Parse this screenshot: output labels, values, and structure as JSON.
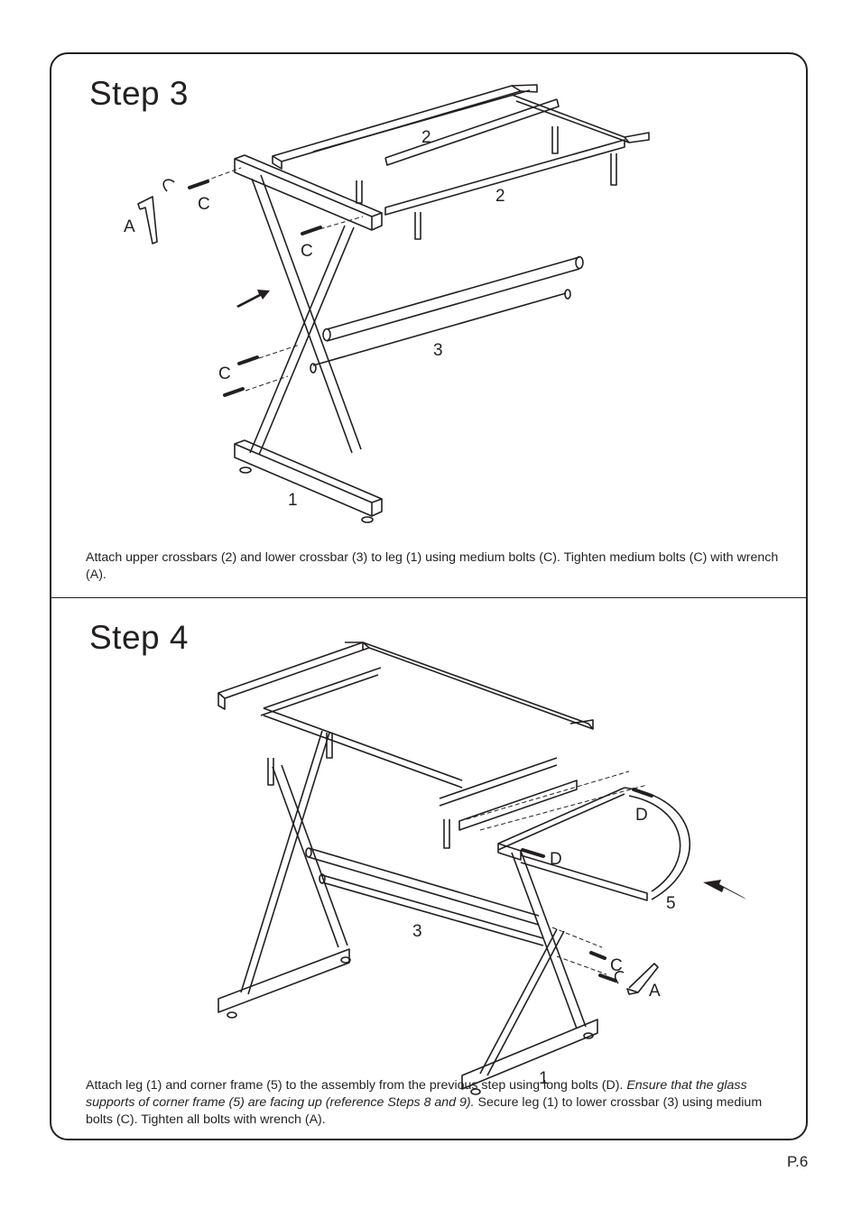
{
  "step3": {
    "title": "Step  3",
    "labels": {
      "upper_crossbar_a": "2",
      "upper_crossbar_b": "2",
      "lower_crossbar": "3",
      "leg": "1",
      "wrench": "A",
      "bolt_top": "C",
      "bolt_mid": "C",
      "bolt_lower": "C"
    },
    "caption": "Attach upper crossbars (2) and lower crossbar (3) to leg (1) using medium bolts (C). Tighten medium bolts (C) with wrench (A)."
  },
  "step4": {
    "title": "Step  4",
    "labels": {
      "long_bolt_a": "D",
      "long_bolt_b": "D",
      "corner_frame": "5",
      "lower_crossbar": "3",
      "medium_bolt": "C",
      "wrench": "A",
      "leg": "1"
    },
    "caption_part1": "Attach leg (1) and corner frame (5) to the assembly from the previous step using long bolts (D). ",
    "caption_italic": "Ensure that the glass supports of corner frame (5) are facing up (reference Steps 8 and 9).",
    "caption_part2": " Secure leg (1) to lower crossbar (3) using medium bolts (C). Tighten all bolts with wrench (A)."
  },
  "page_number": "P.6"
}
